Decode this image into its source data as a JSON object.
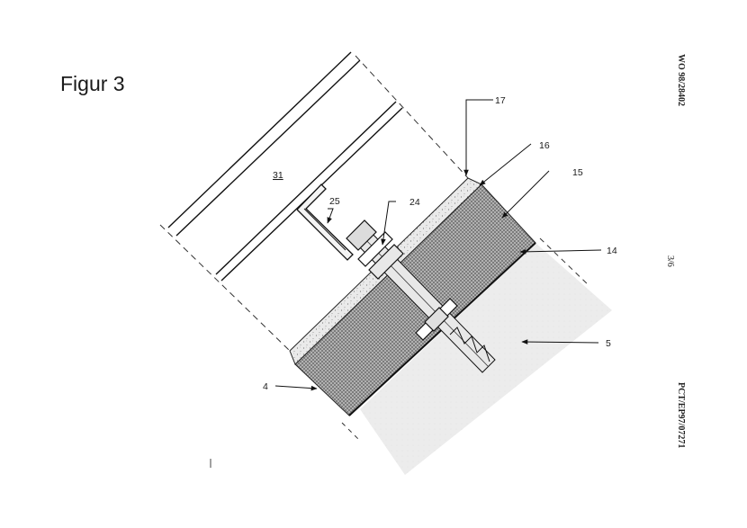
{
  "title": "Figur 3",
  "margin": {
    "publication_number": "WO 98/28402",
    "sheet": "3/6",
    "application_number": "PCT/EP97/07271"
  },
  "labels": {
    "l31": "31",
    "l25": "25",
    "l24": "24",
    "l17": "17",
    "l16": "16",
    "l15": "15",
    "l14": "14",
    "l5": "5",
    "l4": "4"
  }
}
